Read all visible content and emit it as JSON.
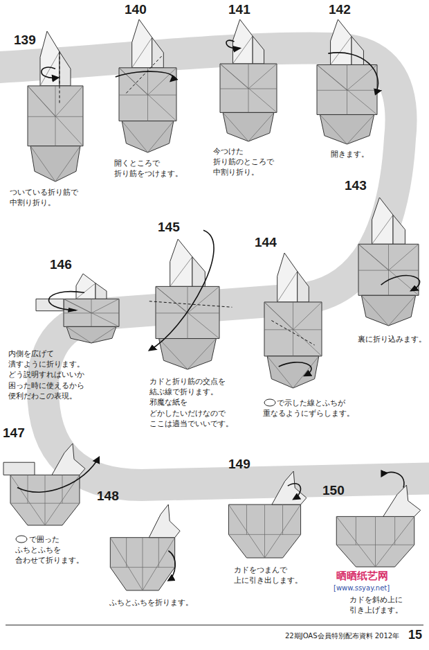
{
  "diagram": {
    "labels": [
      "139",
      "ついている折り筋で 中割り折り。",
      "140",
      "開くところで 折り筋をつけます。",
      "141",
      "今つけた 折り筋のところで 中割り折り。",
      "142",
      "開きます。",
      "143",
      "裏に折り込みます。",
      "144",
      "で示した線とふちが 重なるようにずらします。",
      "145",
      "カドと折り筋の交点を 結ぶ線で折ります。 邪魔な紙を どかしたいだけなので ここは適当でいいです。",
      "146",
      "内側を広げて 潰すように折ります。 どう説明すればいいか 困った時に使えるから 便利だわこの表現。",
      "147",
      "で囲った ふちとふちを 合わせて折ります。",
      "148",
      "ふちとふちを折ります。",
      "149",
      "カドをつまんで 上に引き出します。",
      "150",
      "カドを斜め上に 引き上げます。",
      "晒晒纸艺网",
      "[www.ssyay.net]",
      "22期JOAS会員特別配布資料 2012年",
      "15"
    ]
  }
}
